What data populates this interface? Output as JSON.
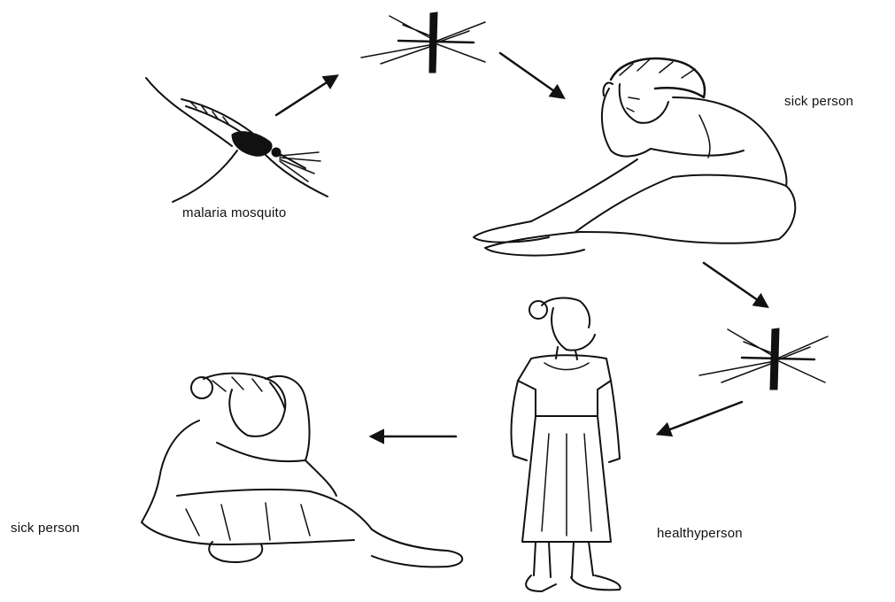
{
  "labels": {
    "malaria_mosquito": "malaria mosquito",
    "sick_person_top": "sick person",
    "sick_person_bottom": "sick person",
    "healthy_person": "healthyperson"
  },
  "colors": {
    "ink": "#111111",
    "background": "#ffffff"
  },
  "icons": {
    "mosquito_large": "malaria-mosquito-icon",
    "mosquito_small_top": "flying-mosquito-icon",
    "mosquito_small_right": "flying-mosquito-icon",
    "man_sitting": "sick-man-sitting-illustration",
    "woman_standing": "healthy-woman-standing-illustration",
    "woman_sitting": "sick-woman-sitting-illustration",
    "arrow": "arrow-icon"
  }
}
